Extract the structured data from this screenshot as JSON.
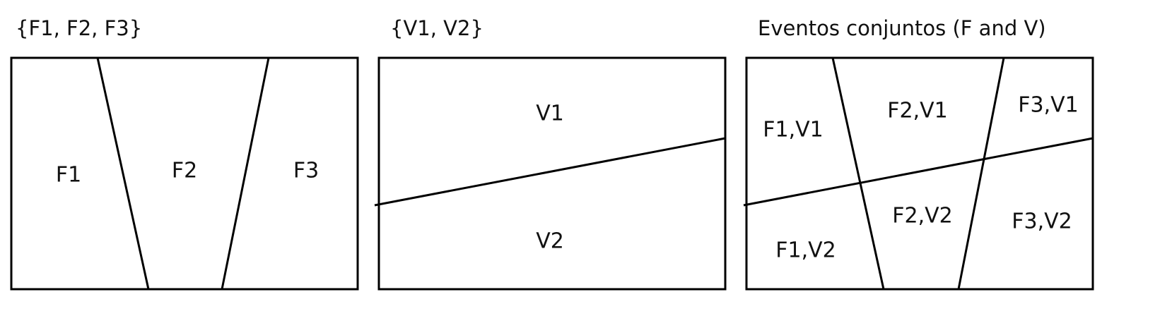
{
  "panels": [
    {
      "caption": "{F1, F2, F3}",
      "regions": [
        "F1",
        "F2",
        "F3"
      ]
    },
    {
      "caption": "{V1, V2}",
      "regions": [
        "V1",
        "V2"
      ]
    },
    {
      "caption": "Eventos conjuntos (F and V)",
      "regions": [
        "F1,V1",
        "F2,V1",
        "F3,V1",
        "F1,V2",
        "F2,V2",
        "F3,V2"
      ]
    }
  ],
  "style": {
    "stroke": "#000000",
    "text": "#111111",
    "background": "#ffffff"
  }
}
